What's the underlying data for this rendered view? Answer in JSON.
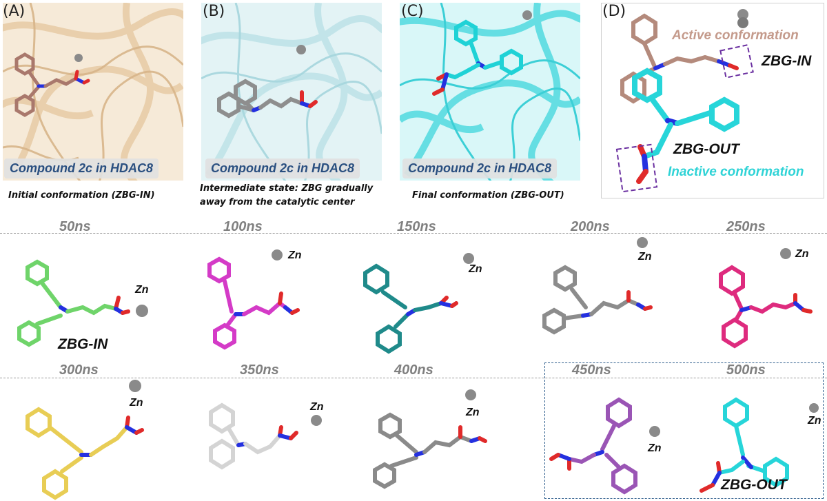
{
  "panels": [
    {
      "letter": "(A)",
      "banner": "Compound 2c in HDAC8",
      "caption": "Initial conformation (ZBG-IN)",
      "color": "#f3e3cc"
    },
    {
      "letter": "(B)",
      "banner": "Compound 2c in HDAC8",
      "caption_line1": "Intermediate state: ZBG gradually",
      "caption_line2": "away from the catalytic center",
      "color": "#d6eff2"
    },
    {
      "letter": "(C)",
      "banner": "Compound 2c in HDAC8",
      "caption": "Final conformation (ZBG-OUT)",
      "color": "#55e0e6"
    },
    {
      "letter": "(D)",
      "active_label": "Active conformation",
      "inactive_label": "Inactive conformation",
      "zbg_in": "ZBG-IN",
      "zbg_out": "ZBG-OUT"
    }
  ],
  "timeline": {
    "row1": [
      {
        "time": "50ns",
        "color": "#6fd46a",
        "zn": "Zn",
        "tag": "ZBG-IN"
      },
      {
        "time": "100ns",
        "color": "#d43bc7",
        "zn": "Zn"
      },
      {
        "time": "150ns",
        "color": "#1f8a8a",
        "zn": "Zn"
      },
      {
        "time": "200ns",
        "color": "#8c8c8c",
        "zn": "Zn"
      },
      {
        "time": "250ns",
        "color": "#de2b7e",
        "zn": "Zn"
      }
    ],
    "row2": [
      {
        "time": "300ns",
        "color": "#e8cd55",
        "zn": "Zn"
      },
      {
        "time": "350ns",
        "color": "#d4d4d4",
        "zn": "Zn"
      },
      {
        "time": "400ns",
        "color": "#8a8a8a",
        "zn": "Zn"
      },
      {
        "time": "450ns",
        "color": "#9a55b5",
        "zn": "Zn"
      },
      {
        "time": "500ns",
        "color": "#27d5d9",
        "zn": "Zn",
        "tag": "ZBG-OUT"
      }
    ]
  },
  "colors": {
    "nitrogen": "#2430e0",
    "oxygen": "#e02a2a",
    "zinc": "#888888",
    "time_text": "#808080",
    "banner_text": "#2a4f80",
    "box_dash": "#2a5a8a",
    "zbg_box": "#6a2fa0"
  }
}
